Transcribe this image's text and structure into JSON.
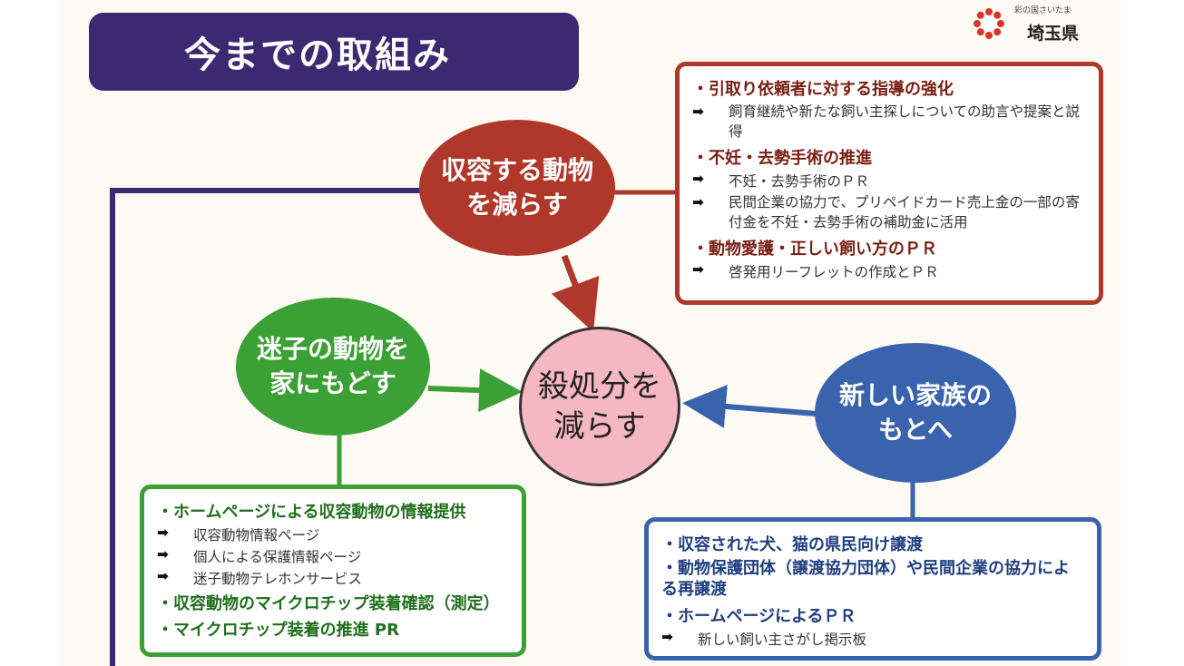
{
  "title": "今までの取組み",
  "logo": {
    "tagline": "彩の国さいたま",
    "name": "埼玉県"
  },
  "center": "殺処分を減らす",
  "nodes": {
    "reduce": "収容する動物を減らす",
    "return": "迷子の動物を家にもどす",
    "rehome": "新しい家族のもとへ"
  },
  "reduce_box": {
    "b1": "引取り依頼者に対する指導の強化",
    "b1_s1": "飼育継続や新たな飼い主探しについての助言や提案と説得",
    "b2": "不妊・去勢手術の推進",
    "b2_s1": "不妊・去勢手術のＰＲ",
    "b2_s2": "民間企業の協力で、プリペイドカード売上金の一部の寄付金を不妊・去勢手術の補助金に活用",
    "b3": "動物愛護・正しい飼い方のＰＲ",
    "b3_s1": "啓発用リーフレットの作成とＰＲ"
  },
  "return_box": {
    "b1": "ホームページによる収容動物の情報提供",
    "b1_s1": "収容動物情報ページ",
    "b1_s2": "個人による保護情報ページ",
    "b1_s3": "迷子動物テレホンサービス",
    "b2": "収容動物のマイクロチップ装着確認（測定）",
    "b3": "マイクロチップ装着の推進 PR"
  },
  "rehome_box": {
    "b1": "収容された犬、猫の県民向け譲渡",
    "b2": "動物保護団体（譲渡協力団体）や民間企業の協力による再譲渡",
    "b3": "ホームページによるＰＲ",
    "b3_s1": "新しい飼い主さがし掲示板"
  },
  "arrow_glyph": "➡",
  "colors": {
    "title_bg": "#3b2a72",
    "red": "#b0382a",
    "green": "#3ba035",
    "blue": "#3a63ad",
    "pink": "#f5b8c2",
    "purple_line": "#3b2a72"
  }
}
